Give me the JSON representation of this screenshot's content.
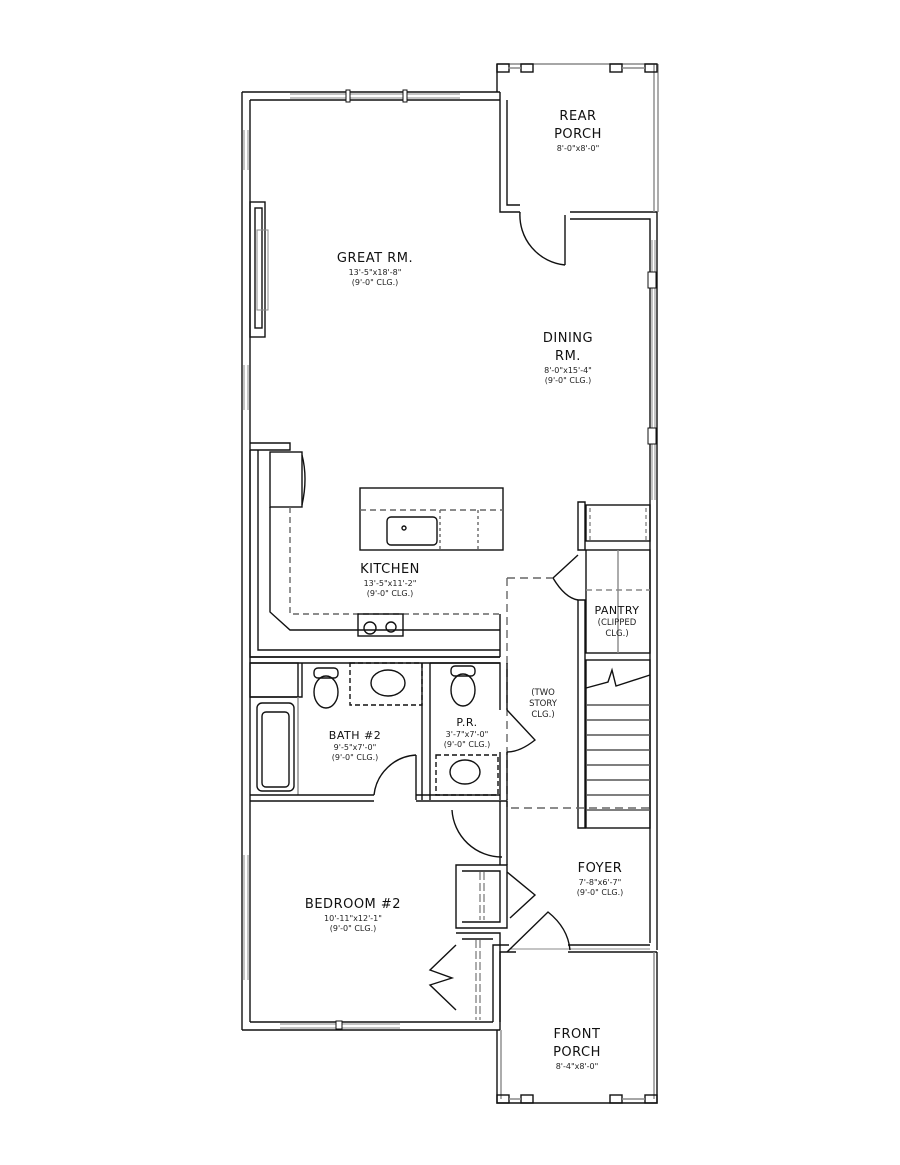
{
  "plan": {
    "type": "floor plan",
    "line_color": "#111111",
    "background": "#ffffff"
  },
  "rooms": {
    "rear_porch": {
      "name_line1": "REAR",
      "name_line2": "PORCH",
      "dims": "8'-0\"x8'-0\""
    },
    "great_room": {
      "name": "GREAT RM.",
      "dims": "13'-5\"x18'-8\"",
      "ceiling": "(9'-0\" CLG.)"
    },
    "dining_room": {
      "name_line1": "DINING",
      "name_line2": "RM.",
      "dims": "8'-0\"x15'-4\"",
      "ceiling": "(9'-0\" CLG.)"
    },
    "kitchen": {
      "name": "KITCHEN",
      "dims": "13'-5\"x11'-2\"",
      "ceiling": "(9'-0\" CLG.)"
    },
    "pantry": {
      "name": "PANTRY",
      "note_line1": "(CLIPPED",
      "note_line2": "CLG.)"
    },
    "two_story": {
      "note_line1": "(TWO",
      "note_line2": "STORY",
      "note_line3": "CLG.)"
    },
    "bath2": {
      "name": "BATH #2",
      "dims": "9'-5\"x7'-0\"",
      "ceiling": "(9'-0\" CLG.)"
    },
    "powder_room": {
      "name": "P.R.",
      "dims": "3'-7\"x7'-0\"",
      "ceiling": "(9'-0\" CLG.)"
    },
    "foyer": {
      "name": "FOYER",
      "dims": "7'-8\"x6'-7\"",
      "ceiling": "(9'-0\" CLG.)"
    },
    "bedroom2": {
      "name": "BEDROOM #2",
      "dims": "10'-11\"x12'-1\"",
      "ceiling": "(9'-0\" CLG.)"
    },
    "front_porch": {
      "name_line1": "FRONT",
      "name_line2": "PORCH",
      "dims": "8'-4\"x8'-0\""
    }
  }
}
